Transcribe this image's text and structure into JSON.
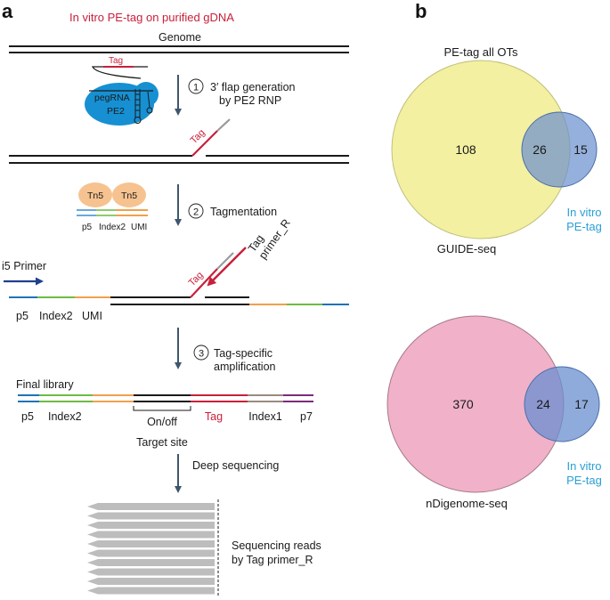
{
  "panel_a": {
    "letter": "a",
    "title": "In vitro PE-tag on purified gDNA",
    "genome_label": "Genome",
    "tag_label": "Tag",
    "pegrna_label": "pegRNA",
    "pe2_label": "PE2",
    "step1_num": "1",
    "step1_line1": "3′ flap generation",
    "step1_line2": "by PE2 RNP",
    "tn5_left": "Tn5",
    "tn5_right": "Tn5",
    "adapter_p5": "p5",
    "adapter_index2": "Index2",
    "adapter_umi": "UMI",
    "step2_num": "2",
    "step2_label": "Tagmentation",
    "i5_primer": "i5 Primer",
    "tag_primer_line1": "Tag",
    "tag_primer_line2": "primer_R",
    "step3_num": "3",
    "step3_line1": "Tag-specific",
    "step3_line2": "amplification",
    "final_library": "Final library",
    "lib_p5": "p5",
    "lib_index2": "Index2",
    "lib_onoff": "On/off",
    "lib_target": "Target site",
    "lib_tag": "Tag",
    "lib_index1": "Index1",
    "lib_p7": "p7",
    "deep_seq": "Deep sequencing",
    "reads_line1": "Sequencing reads",
    "reads_line2": "by Tag primer_R",
    "colors": {
      "red": "#c8203a",
      "arrow": "#3e566e",
      "navy": "#1f3f8f",
      "blue": "#1f73b7",
      "green": "#6dbb45",
      "orange": "#f0a04b",
      "grey": "#9a9a9a",
      "purple": "#7b2a7b",
      "tn5": "#f6c28f",
      "pe2": "#1690d2"
    }
  },
  "panel_b": {
    "letter": "b",
    "venn_top": {
      "set_a_label": "PE-tag all OTs",
      "set_b_label_line1": "In vitro",
      "set_b_label_line2": "PE-tag",
      "set_c_label": "GUIDE-seq",
      "only_left": "108",
      "overlap": "26",
      "only_right": "15",
      "left_color": "#f4f0a2",
      "right_color": "#6a8fcf"
    },
    "venn_bottom": {
      "set_b_label_line1": "In vitro",
      "set_b_label_line2": "PE-tag",
      "set_c_label": "nDigenome-seq",
      "only_left": "370",
      "overlap": "24",
      "only_right": "17",
      "left_color": "#f0b1c9",
      "right_color": "#6a8fcf"
    }
  }
}
